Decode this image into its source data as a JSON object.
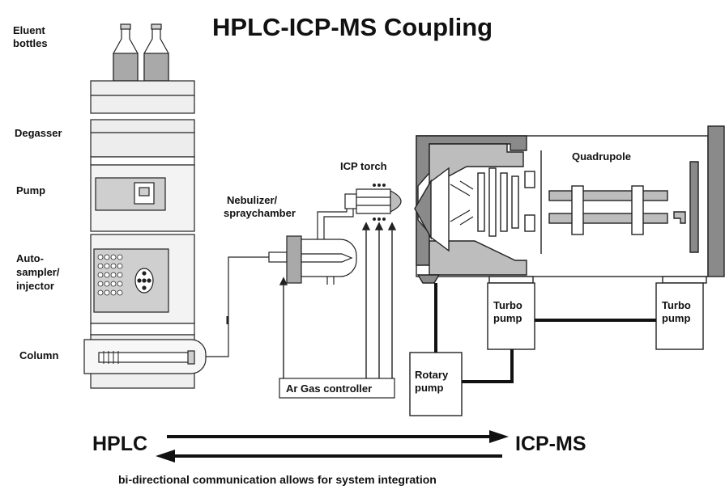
{
  "title": "HPLC-ICP-MS Coupling",
  "hplc_labels": {
    "eluent_bottles_1": "Eluent",
    "eluent_bottles_2": "bottles",
    "degasser": "Degasser",
    "pump": "Pump",
    "autosampler_1": "Auto-",
    "autosampler_2": "sampler/",
    "autosampler_3": "injector",
    "column": "Column"
  },
  "icpms_labels": {
    "icp_torch": "ICP torch",
    "nebulizer_1": "Nebulizer/",
    "nebulizer_2": "spraychamber",
    "quadrupole": "Quadrupole",
    "turbo_pump_a_1": "Turbo",
    "turbo_pump_a_2": "pump",
    "turbo_pump_b_1": "Turbo",
    "turbo_pump_b_2": "pump",
    "rotary_pump_1": "Rotary",
    "rotary_pump_2": "pump",
    "ar_gas_controller": "Ar Gas controller"
  },
  "communication": {
    "left": "HPLC",
    "right": "ICP-MS",
    "caption": "bi-directional communication allows for system integration"
  },
  "colors": {
    "ink": "#111111",
    "light_gray": "#e6e6e6",
    "mid_gray": "#bdbdbd",
    "dark_gray": "#8a8a8a"
  }
}
